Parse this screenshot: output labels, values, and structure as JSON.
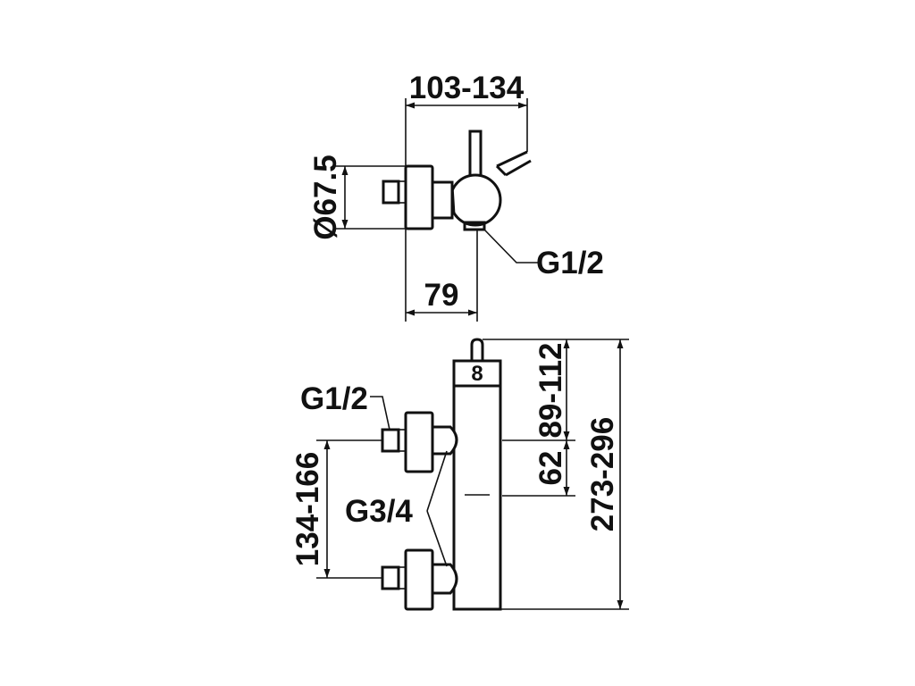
{
  "top_view": {
    "width_dim": "103-134",
    "diameter_dim": "Ø67.5",
    "depth_dim": "79",
    "outlet_thread": "G1/2"
  },
  "front_view": {
    "inlet_thread": "G1/2",
    "connection_thread": "G3/4",
    "center_distance": "134-166",
    "height_total": "273-296",
    "height_upper": "89-112",
    "height_lower": "62",
    "dial_number": "8"
  }
}
